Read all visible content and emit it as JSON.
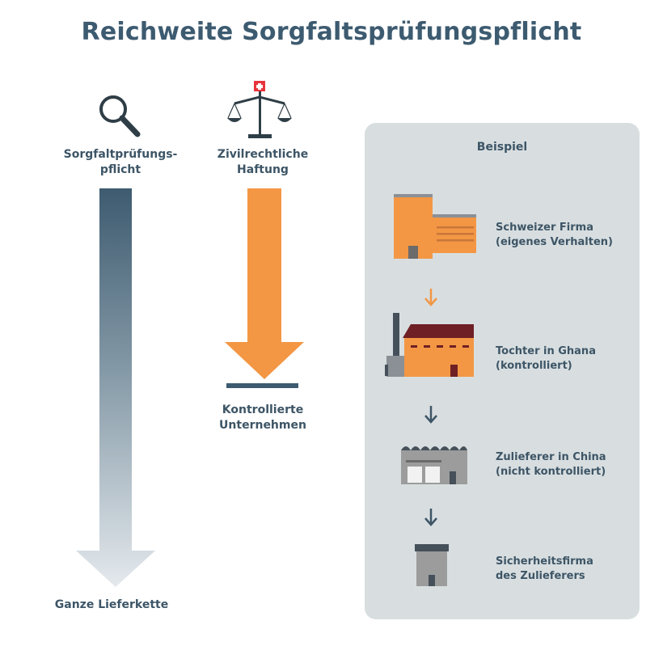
{
  "title": "Reichweite Sorgfaltsprüfungspflicht",
  "left_column": {
    "label": "Sorgfaltprüfungs-\npflicht",
    "bottom_label": "Ganze Lieferkette",
    "icon": "magnifier-icon"
  },
  "middle_column": {
    "label": "Zivilrechtliche\nHaftung",
    "bottom_label": "Kontrollierte\nUnternehmen",
    "icon": "scales-icon"
  },
  "example": {
    "title": "Beispiel",
    "items": [
      {
        "label": "Schweizer Firma\n(eigenes Verhalten)",
        "icon": "office-building-icon"
      },
      {
        "label": "Tochter in Ghana\n(kontrolliert)",
        "icon": "factory-icon"
      },
      {
        "label": "Zulieferer in China\n(nicht kontrolliert)",
        "icon": "warehouse-icon"
      },
      {
        "label": "Sicherheitsfirma\ndes Zulieferers",
        "icon": "small-building-icon"
      }
    ]
  },
  "colors": {
    "dark": "#3d5b70",
    "orange": "#f39745",
    "panel": "#d8dee0",
    "grey_building": "#9c9c9c"
  }
}
